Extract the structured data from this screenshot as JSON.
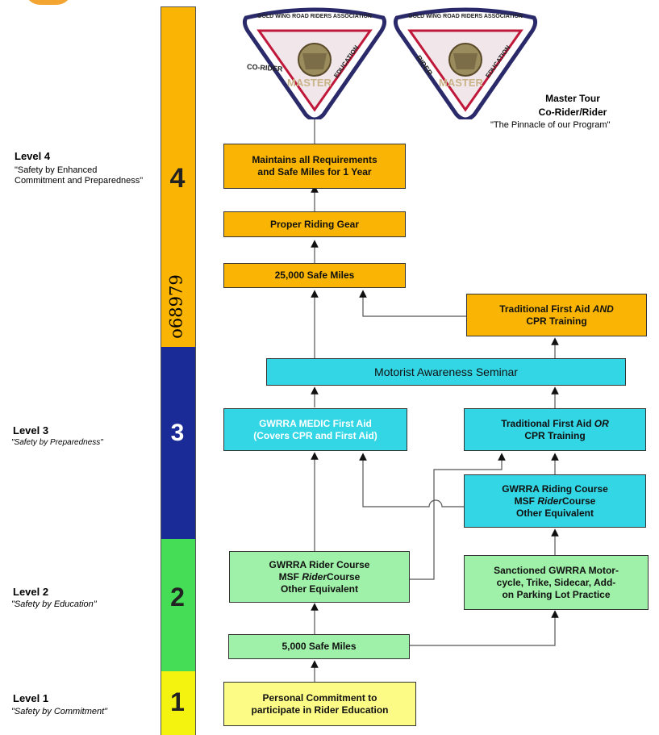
{
  "levels": [
    {
      "title": "Level 4",
      "subtitle": "\"Safety by Enhanced Commitment and Preparedness\"",
      "number": "4",
      "color": "#f9b404"
    },
    {
      "title": "Level 3",
      "subtitle": "\"Safety by Preparedness\"",
      "number": "3",
      "color": "#1a2a96"
    },
    {
      "title": "Level 2",
      "subtitle": "\"Safety by Education\"",
      "number": "2",
      "color": "#44dd55"
    },
    {
      "title": "Level 1",
      "subtitle": "\"Safety by Commitment\"",
      "number": "1",
      "color": "#f3f30f"
    }
  ],
  "code_label": "o68979",
  "badges": [
    {
      "arc_text": "GOLD WING ROAD RIDERS ASSOCIATION",
      "side_text": "CO-RIDER",
      "right_text": "EDUCATION",
      "bottom_text": "MASTER"
    },
    {
      "arc_text": "GOLD WING ROAD RIDERS ASSOCIATION",
      "side_text": "RIDER",
      "right_text": "EDUCATION",
      "bottom_text": "MASTER"
    }
  ],
  "master_tour": {
    "title": "Master Tour",
    "subtitle": "Co-Rider/Rider",
    "tagline": "\"The Pinnacle of our Program\""
  },
  "boxes": {
    "maintains_line1": "Maintains all Requirements",
    "maintains_line2": "and Safe Miles for 1 Year",
    "gear": "Proper Riding Gear",
    "miles25k": "25,000 Safe Miles",
    "trad_and_line1_a": "Traditional First Aid ",
    "trad_and_line1_b": "AND",
    "trad_and_line2": "CPR Training",
    "motorist": "Motorist Awareness Seminar",
    "medic_line1": "GWRRA MEDIC First Aid",
    "medic_line2": "(Covers CPR and First Aid)",
    "trad_or_line1_a": "Traditional First Aid ",
    "trad_or_line1_b": "OR",
    "trad_or_line2": "CPR Training",
    "riding_line1": "GWRRA Riding Course",
    "riding_line2_a": "MSF ",
    "riding_line2_b": "Rider",
    "riding_line2_c": "Course",
    "riding_line3": "Other Equivalent",
    "rider_line1": "GWRRA Rider Course",
    "rider_line2_a": "MSF ",
    "rider_line2_b": "Rider",
    "rider_line2_c": "Course",
    "rider_line3": "Other Equivalent",
    "sanctioned_line1": "Sanctioned GWRRA Motor-",
    "sanctioned_line2": "cycle, Trike, Sidecar, Add-",
    "sanctioned_line3": "on Parking Lot Practice",
    "miles5k": "5,000 Safe Miles",
    "personal_line1": "Personal Commitment to",
    "personal_line2": "participate in Rider Education"
  }
}
